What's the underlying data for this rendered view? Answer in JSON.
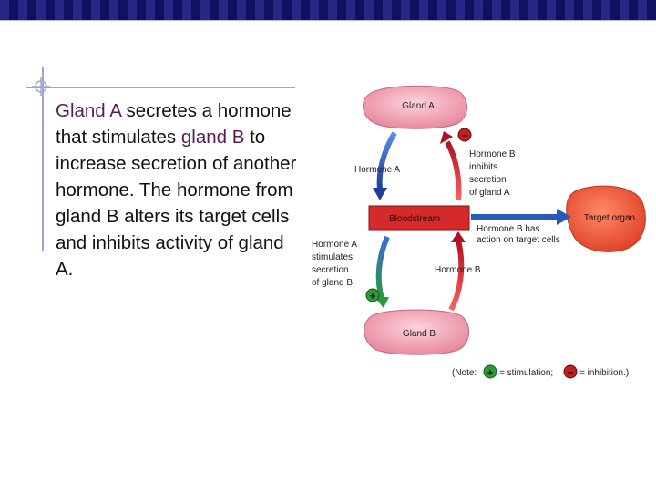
{
  "body_text": {
    "seg1": "Gland A",
    "seg2": " secretes a hormone that stimulates ",
    "seg3": "gland B",
    "seg4": " to increase secretion of another hormone. The hormone from gland B alters its target cells and inhibits activity of gland A."
  },
  "diagram": {
    "gland_a": "Gland A",
    "gland_b": "Gland B",
    "bloodstream": "Bloodstream",
    "target_organ": "Target organ",
    "hormone_a_label": "Hormone A",
    "hormone_b_label": "Hormone B",
    "hormone_b_inhibits": [
      "Hormone B",
      "inhibits",
      "secretion",
      "of gland A"
    ],
    "hormone_a_stimulates": [
      "Hormone A",
      "stimulates",
      "secretion",
      "of gland B"
    ],
    "hormone_b_action": [
      "Hormone B has",
      "action on target cells"
    ],
    "inhibition_sign": "−",
    "stimulation_sign": "+",
    "note": {
      "prefix": "(Note:",
      "stim_text": "= stimulation;",
      "inhib_text": "= inhibition.)"
    }
  },
  "colors": {
    "header_bar": "#14146e",
    "highlight_text": "#5a1a52",
    "gland": "#f4a7b7",
    "bloodstream": "#d42a2a",
    "target_organ": "#ee5a3a",
    "hormone_a_arrow": "#2a5ab8",
    "hormone_b_arrow": "#c4202a",
    "stimulation": "#2c9a3a",
    "inhibition": "#c02020"
  }
}
